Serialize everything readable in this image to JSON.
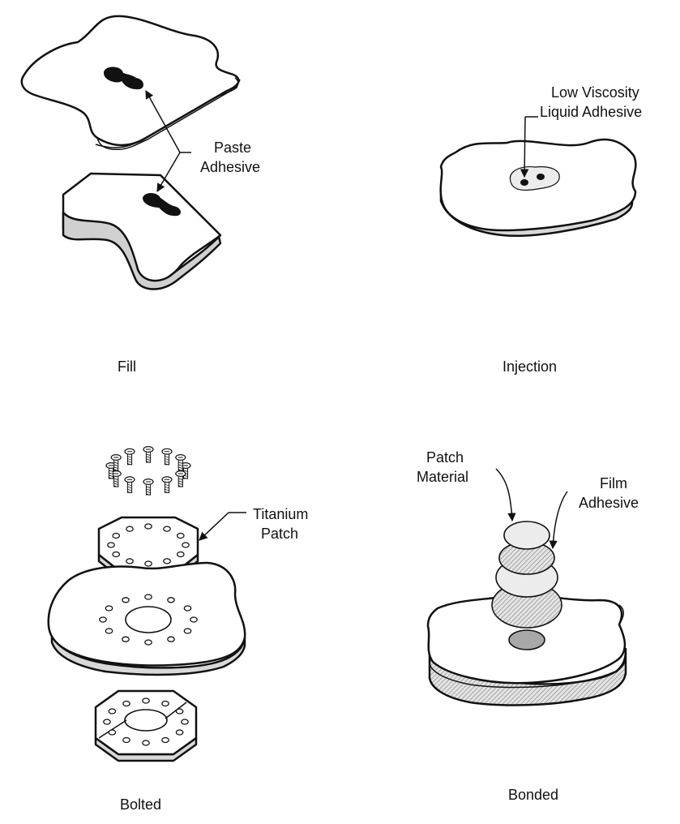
{
  "labels": {
    "paste_adhesive": [
      "Paste",
      "Adhesive"
    ],
    "low_viscosity": [
      "Low Viscosity",
      "Liquid Adhesive"
    ],
    "titanium_patch": [
      "Titanium",
      "Patch"
    ],
    "patch_material": [
      "Patch",
      "Material"
    ],
    "film_adhesive": [
      "Film",
      "Adhesive"
    ]
  },
  "captions": {
    "fill": "Fill",
    "injection": "Injection",
    "bolted": "Bolted",
    "bonded": "Bonded"
  },
  "colors": {
    "outline": "#111111",
    "surface": "#ffffff",
    "gray_band": "#d0d0d0",
    "light_fill": "#ececec",
    "hatch": "#bdbdbd",
    "adhesive": "#111111"
  }
}
